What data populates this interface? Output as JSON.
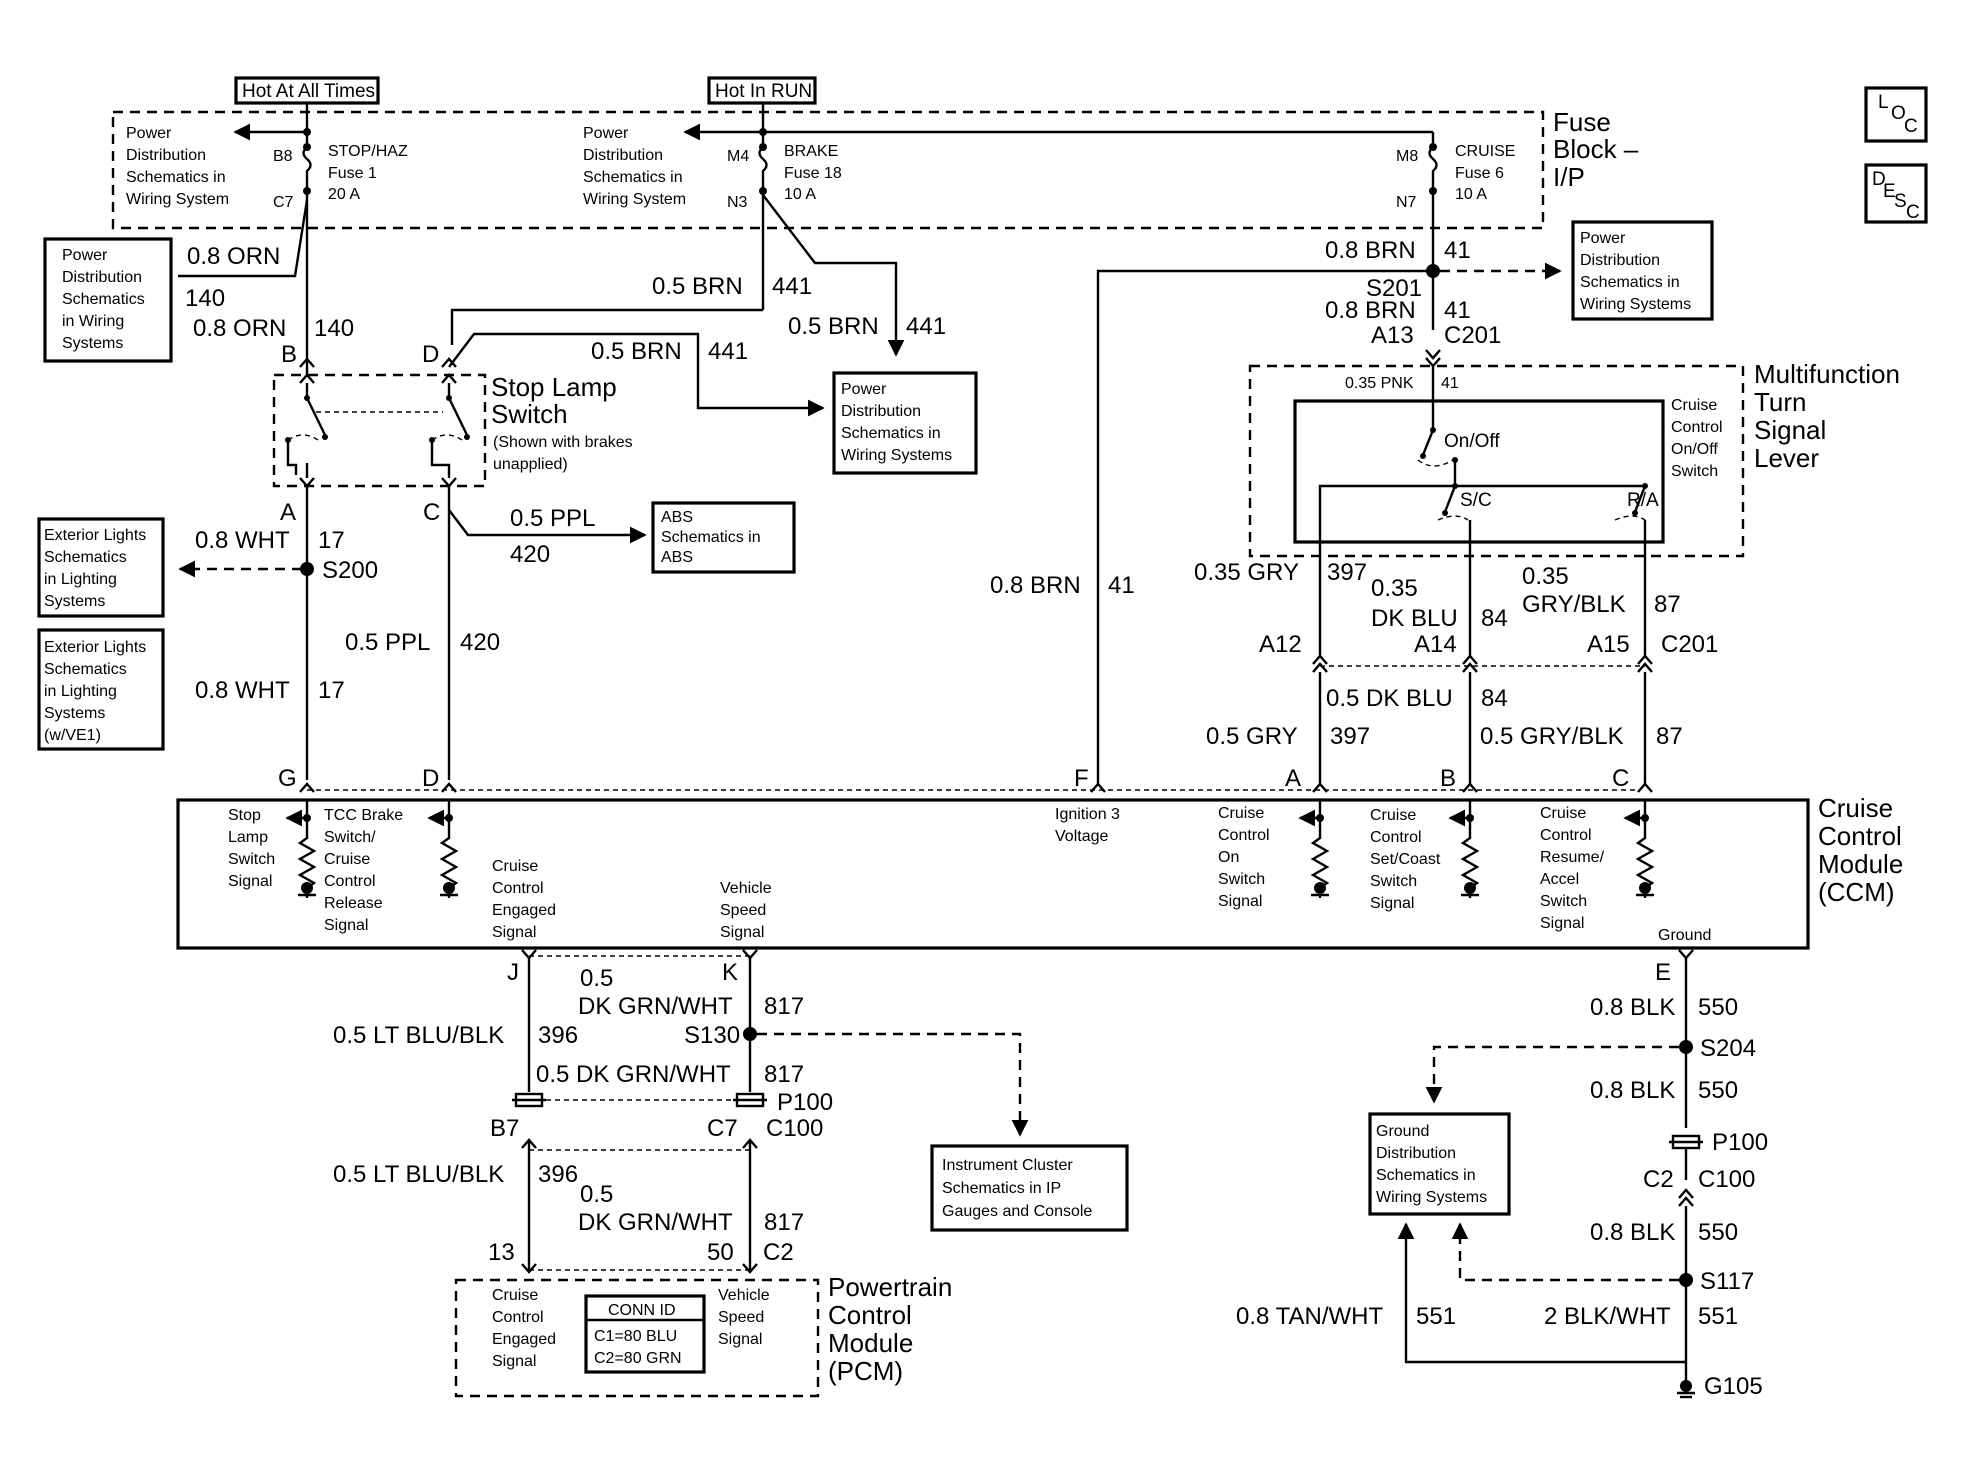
{
  "top_labels": {
    "hot_all_times": "Hot At All Times",
    "hot_in_run": "Hot In RUN"
  },
  "side_icons": {
    "loc": [
      "L",
      "O",
      "C"
    ],
    "desc": [
      "D",
      "E",
      "S",
      "C"
    ]
  },
  "fuse_block": {
    "title": [
      "Fuse",
      "Block –",
      "I/P"
    ],
    "pd_text": [
      "Power",
      "Distribution",
      "Schematics in",
      "Wiring System"
    ],
    "stop_fuse": {
      "pin_in": "B8",
      "pin_out": "C7",
      "label": [
        "STOP/HAZ",
        "Fuse 1",
        "20 A"
      ]
    },
    "brake_fuse": {
      "pin_in": "M4",
      "pin_out": "N3",
      "label": [
        "BRAKE",
        "Fuse 18",
        "10 A"
      ]
    },
    "cruise_fuse": {
      "pin_in": "M8",
      "pin_out": "N7",
      "label": [
        "CRUISE",
        "Fuse 6",
        "10 A"
      ]
    }
  },
  "refs": {
    "pd_left": [
      "Power",
      "Distribution",
      "Schematics",
      "in Wiring",
      "Systems"
    ],
    "pd_mid": [
      "Power",
      "Distribution",
      "Schematics in",
      "Wiring Systems"
    ],
    "pd_right": [
      "Power",
      "Distribution",
      "Schematics in",
      "Wiring Systems"
    ],
    "abs": [
      "ABS",
      "Schematics in",
      "ABS"
    ],
    "ext1": [
      "Exterior Lights",
      "Schematics",
      "in Lighting",
      "Systems"
    ],
    "ext2": [
      "Exterior Lights",
      "Schematics",
      "in Lighting",
      "Systems",
      "(w/VE1)"
    ],
    "ic": [
      "Instrument Cluster",
      "Schematics in IP",
      "Gauges and Console"
    ],
    "gnd": [
      "Ground",
      "Distribution",
      "Schematics in",
      "Wiring Systems"
    ]
  },
  "wires": {
    "orn_branch": "0.8 ORN",
    "orn_branch_num": "140",
    "orn": "0.8 ORN",
    "orn_num": "140",
    "brn441a": "0.5 BRN",
    "brn441a_num": "441",
    "brn441b": "0.5 BRN",
    "brn441b_num": "441",
    "brn441c": "0.5 BRN",
    "brn441c_num": "441",
    "ppl_branch": "0.5 PPL",
    "ppl_branch_num": "420",
    "ppl": "0.5 PPL",
    "ppl_num": "420",
    "wht1": "0.8 WHT",
    "wht1_num": "17",
    "wht2": "0.8 WHT",
    "wht2_num": "17",
    "brn41a": "0.8 BRN",
    "brn41a_num": "41",
    "brn41b": "0.8 BRN",
    "brn41b_num": "41",
    "brn41c": "0.8 BRN",
    "brn41c_num": "41",
    "pnk": "0.35 PNK",
    "pnk_num": "41",
    "gry_up": "0.35 GRY",
    "gry_up_num": "397",
    "dkblu_up": [
      "0.35",
      "DK BLU"
    ],
    "dkblu_up_num": "84",
    "gryblk_up": [
      "0.35",
      "GRY/BLK"
    ],
    "gryblk_up_num": "87",
    "dkblu_low": "0.5 DK BLU",
    "dkblu_low_num": "84",
    "gry_low": "0.5 GRY",
    "gry_low_num": "397",
    "gryblk_low": "0.5 GRY/BLK",
    "gryblk_low_num": "87",
    "ltblu1": "0.5 LT BLU/BLK",
    "ltblu1_num": "396",
    "ltblu2": "0.5 LT BLU/BLK",
    "ltblu2_num": "396",
    "dkgrn1": [
      "0.5",
      "DK GRN/WHT"
    ],
    "dkgrn1_num": "817",
    "dkgrn2": "0.5 DK GRN/WHT",
    "dkgrn2_num": "817",
    "dkgrn3": [
      "0.5",
      "DK GRN/WHT"
    ],
    "dkgrn3_num": "817",
    "blk1": "0.8 BLK",
    "blk1_num": "550",
    "blk2": "0.8 BLK",
    "blk2_num": "550",
    "blk3": "0.8 BLK",
    "blk3_num": "550",
    "tan": "0.8 TAN/WHT",
    "tan_num": "551",
    "blkwht": "2 BLK/WHT",
    "blkwht_num": "551"
  },
  "splices": {
    "s201": "S201",
    "s200": "S200",
    "s130": "S130",
    "s204": "S204",
    "s117": "S117",
    "g105": "G105"
  },
  "connectors": {
    "B": "B",
    "D": "D",
    "A": "A",
    "C": "C",
    "A13": "A13",
    "C201": "C201",
    "A12": "A12",
    "A14": "A14",
    "A15": "A15",
    "C201b": "C201",
    "G": "G",
    "D2": "D",
    "F": "F",
    "A2": "A",
    "B2": "B",
    "C2": "C",
    "J": "J",
    "K": "K",
    "E": "E",
    "B7": "B7",
    "C7": "C7",
    "P100": "P100",
    "C100": "C100",
    "P100b": "P100",
    "C2x": "C2",
    "C100b": "C100",
    "pcm13": "13",
    "pcm50": "50",
    "pcmC2": "C2"
  },
  "stop_lamp_switch": {
    "title": [
      "Stop Lamp",
      "Switch"
    ],
    "note": [
      "(Shown with brakes",
      "unapplied)"
    ]
  },
  "multifunction": {
    "title": [
      "Multifunction",
      "Turn",
      "Signal",
      "Lever"
    ],
    "switch_label": [
      "Cruise",
      "Control",
      "On/Off",
      "Switch"
    ],
    "onoff": "On/Off",
    "sc": "S/C",
    "ra": "R/A"
  },
  "ccm": {
    "title": [
      "Cruise",
      "Control",
      "Module",
      "(CCM)"
    ],
    "stop_lamp": [
      "Stop",
      "Lamp",
      "Switch",
      "Signal"
    ],
    "tcc": [
      "TCC Brake",
      "Switch/",
      "Cruise",
      "Control",
      "Release",
      "Signal"
    ],
    "engaged": [
      "Cruise",
      "Control",
      "Engaged",
      "Signal"
    ],
    "vss": [
      "Vehicle",
      "Speed",
      "Signal"
    ],
    "ign": [
      "Ignition 3",
      "Voltage"
    ],
    "on_sw": [
      "Cruise",
      "Control",
      "On",
      "Switch",
      "Signal"
    ],
    "setcoast": [
      "Cruise",
      "Control",
      "Set/Coast",
      "Switch",
      "Signal"
    ],
    "resume": [
      "Cruise",
      "Control",
      "Resume/",
      "Accel",
      "Switch",
      "Signal"
    ],
    "ground": "Ground"
  },
  "pcm": {
    "title": [
      "Powertrain",
      "Control",
      "Module",
      "(PCM)"
    ],
    "engaged": [
      "Cruise",
      "Control",
      "Engaged",
      "Signal"
    ],
    "vss": [
      "Vehicle",
      "Speed",
      "Signal"
    ],
    "conn_id": "CONN ID",
    "c1": "C1=80 BLU",
    "c2": "C2=80 GRN"
  }
}
